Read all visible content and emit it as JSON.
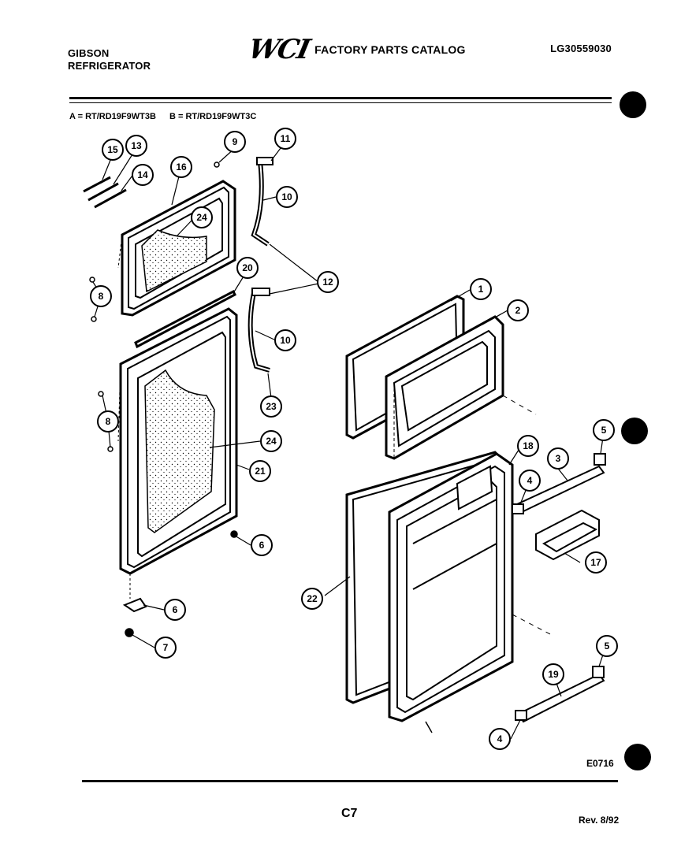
{
  "header": {
    "brand_line1": "GIBSON",
    "brand_line2": "REFRIGERATOR",
    "logo_text": "WCI",
    "catalog_title": "FACTORY PARTS CATALOG",
    "doc_number": "LG30559030"
  },
  "models": {
    "a": "A = RT/RD19F9WT3B",
    "b": "B = RT/RD19F9WT3C"
  },
  "callouts": [
    "15",
    "13",
    "14",
    "16",
    "9",
    "11",
    "10",
    "24",
    "12",
    "8",
    "20",
    "10",
    "23",
    "8",
    "24",
    "21",
    "6",
    "6",
    "7",
    "1",
    "2",
    "5",
    "18",
    "3",
    "4",
    "17",
    "22",
    "5",
    "19",
    "4"
  ],
  "footer": {
    "drawing_code": "E0716",
    "page": "C7",
    "revision": "Rev. 8/92"
  }
}
